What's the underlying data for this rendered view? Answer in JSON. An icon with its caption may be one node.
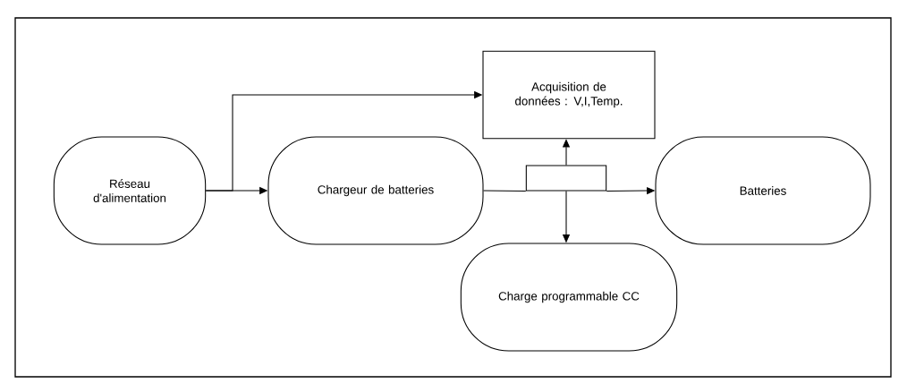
{
  "diagram": {
    "nodes": [
      {
        "text": [
          "Réseau d'alimentation"
        ]
      },
      {
        "text": [
          "Chargeur de batteries"
        ]
      },
      {
        "text": [
          "Acquisition de données : V,I,Temp."
        ]
      },
      {
        "text": [],
        "shape": "box"
      },
      {
        "text": [
          "Batteries"
        ]
      },
      {
        "text": [
          "Charge programmable CC"
        ]
      }
    ],
    "edges": [
      {
        "from": 0,
        "to": 1,
        "arrow": "to"
      },
      {
        "from": 0,
        "to": 2,
        "arrow": "to"
      },
      {
        "from": 1,
        "to": 3,
        "arrow": "none"
      },
      {
        "from": 3,
        "to": 4,
        "arrow": "to"
      },
      {
        "from": 3,
        "to": 2,
        "arrow": "to"
      },
      {
        "from": 3,
        "to": 5,
        "arrow": "to"
      }
    ]
  }
}
